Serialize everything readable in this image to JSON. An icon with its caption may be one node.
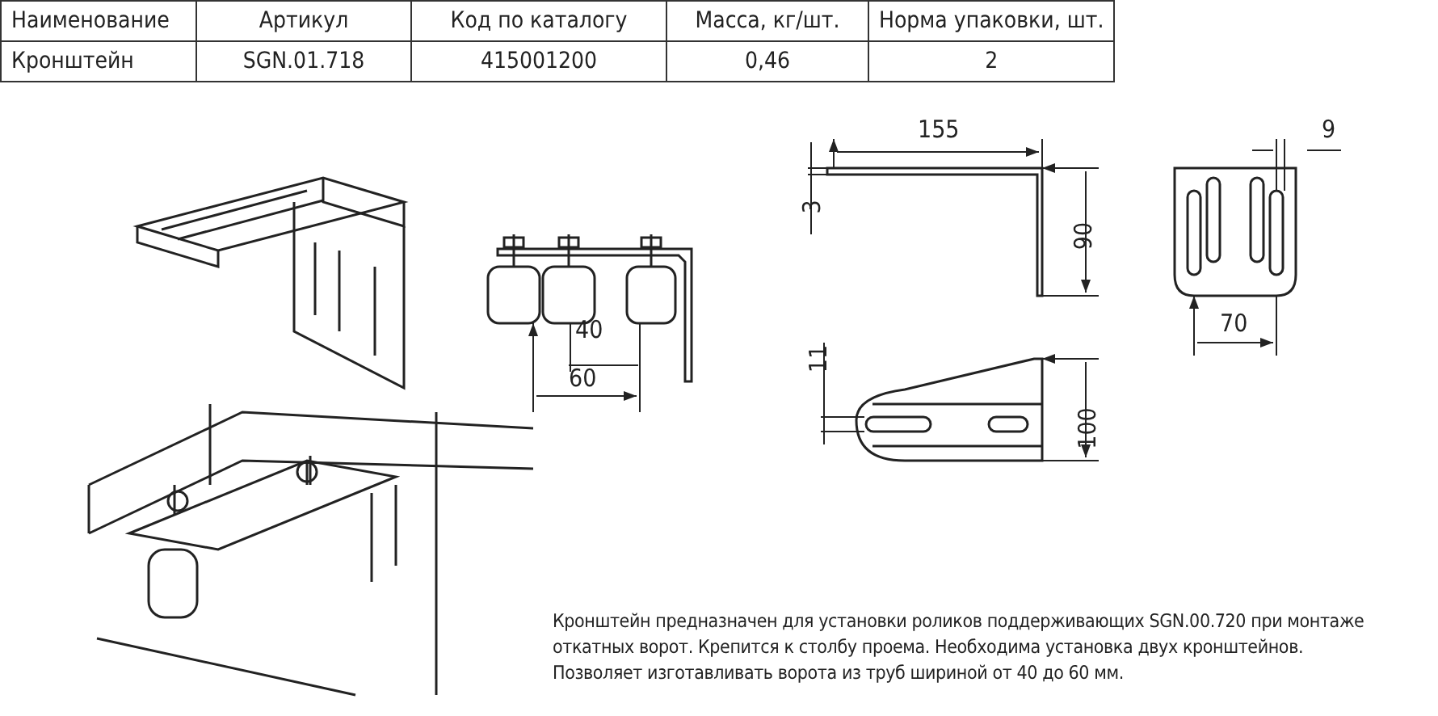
{
  "diagram": {
    "labels": [
      "Наименование",
      "Артикул",
      "Код по каталогу",
      "Масса, кг/шт.",
      "Норма упаковки, шт.",
      "Кронштейн",
      "SGN.01.718",
      "415001200",
      "0,46",
      "2",
      "40",
      "60",
      "155",
      "9",
      "3",
      "90",
      "70",
      "11",
      "100",
      "Кронштейн предназначен для установки роликов поддерживающих SGN.00.720 при монтаже откатных ворот. Крепится к столбу проема. Необходима установка двух кронштейнов.",
      "Позволяет изготавливать ворота из труб шириной от 40 до 60 мм."
    ]
  }
}
